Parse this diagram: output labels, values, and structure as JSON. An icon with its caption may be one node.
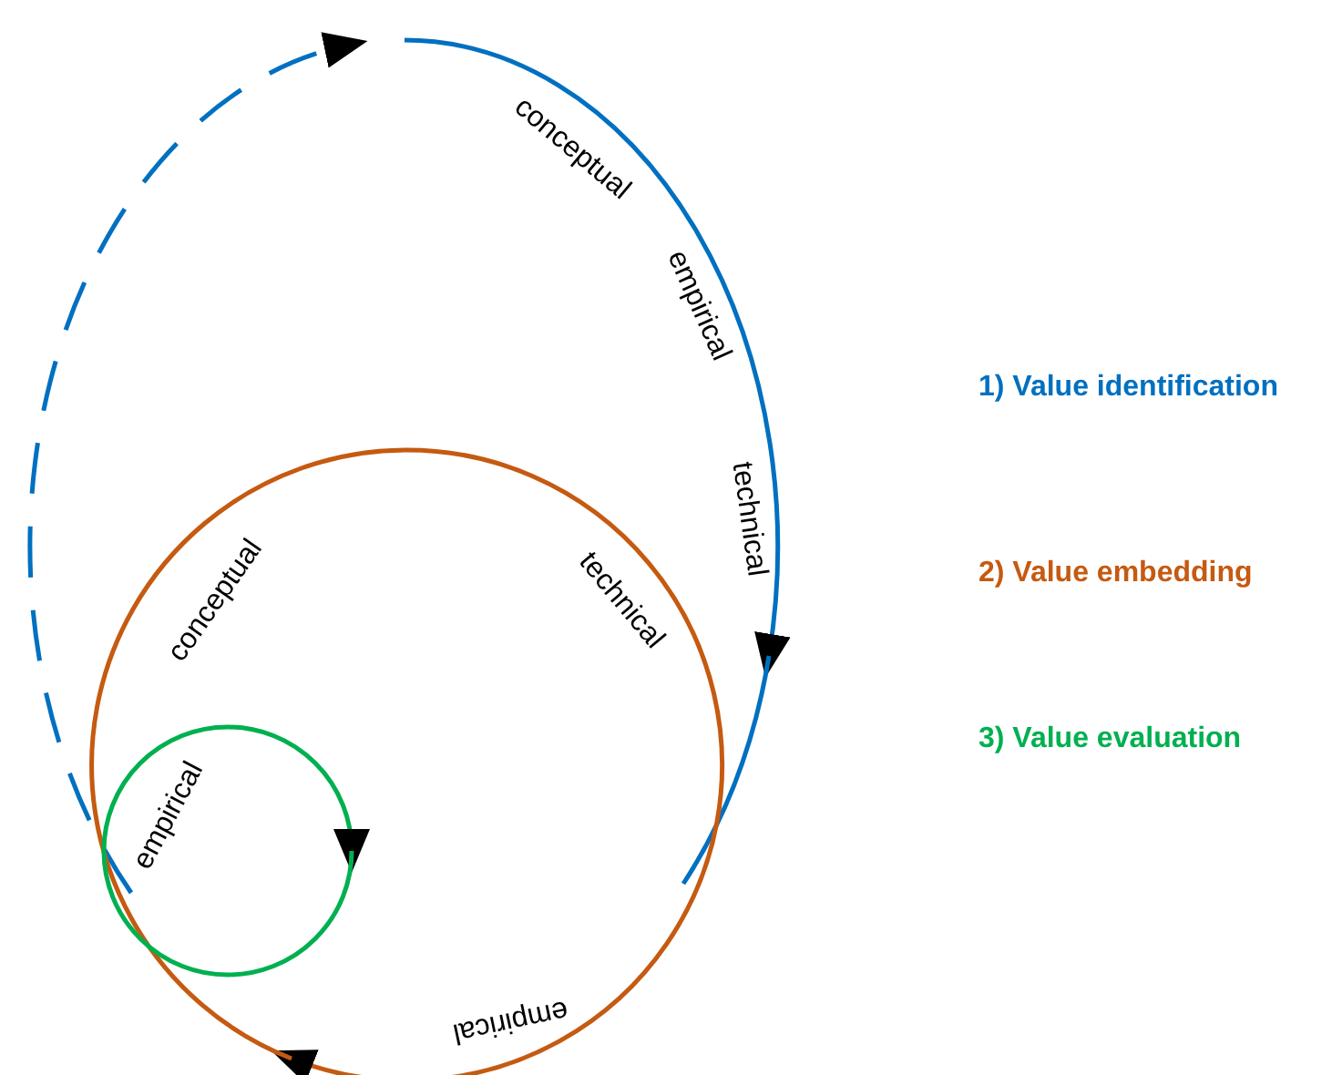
{
  "diagram": {
    "labels": [
      "conceptual",
      "empirical",
      "technical",
      "conceptual",
      "technical",
      "empirical",
      "empirical"
    ],
    "legend": [
      {
        "text": "1) Value identification",
        "color": "#0070c0"
      },
      {
        "text": "2) Value embedding",
        "color": "#c55a11"
      },
      {
        "text": "3) Value evaluation",
        "color": "#00b050"
      }
    ]
  }
}
